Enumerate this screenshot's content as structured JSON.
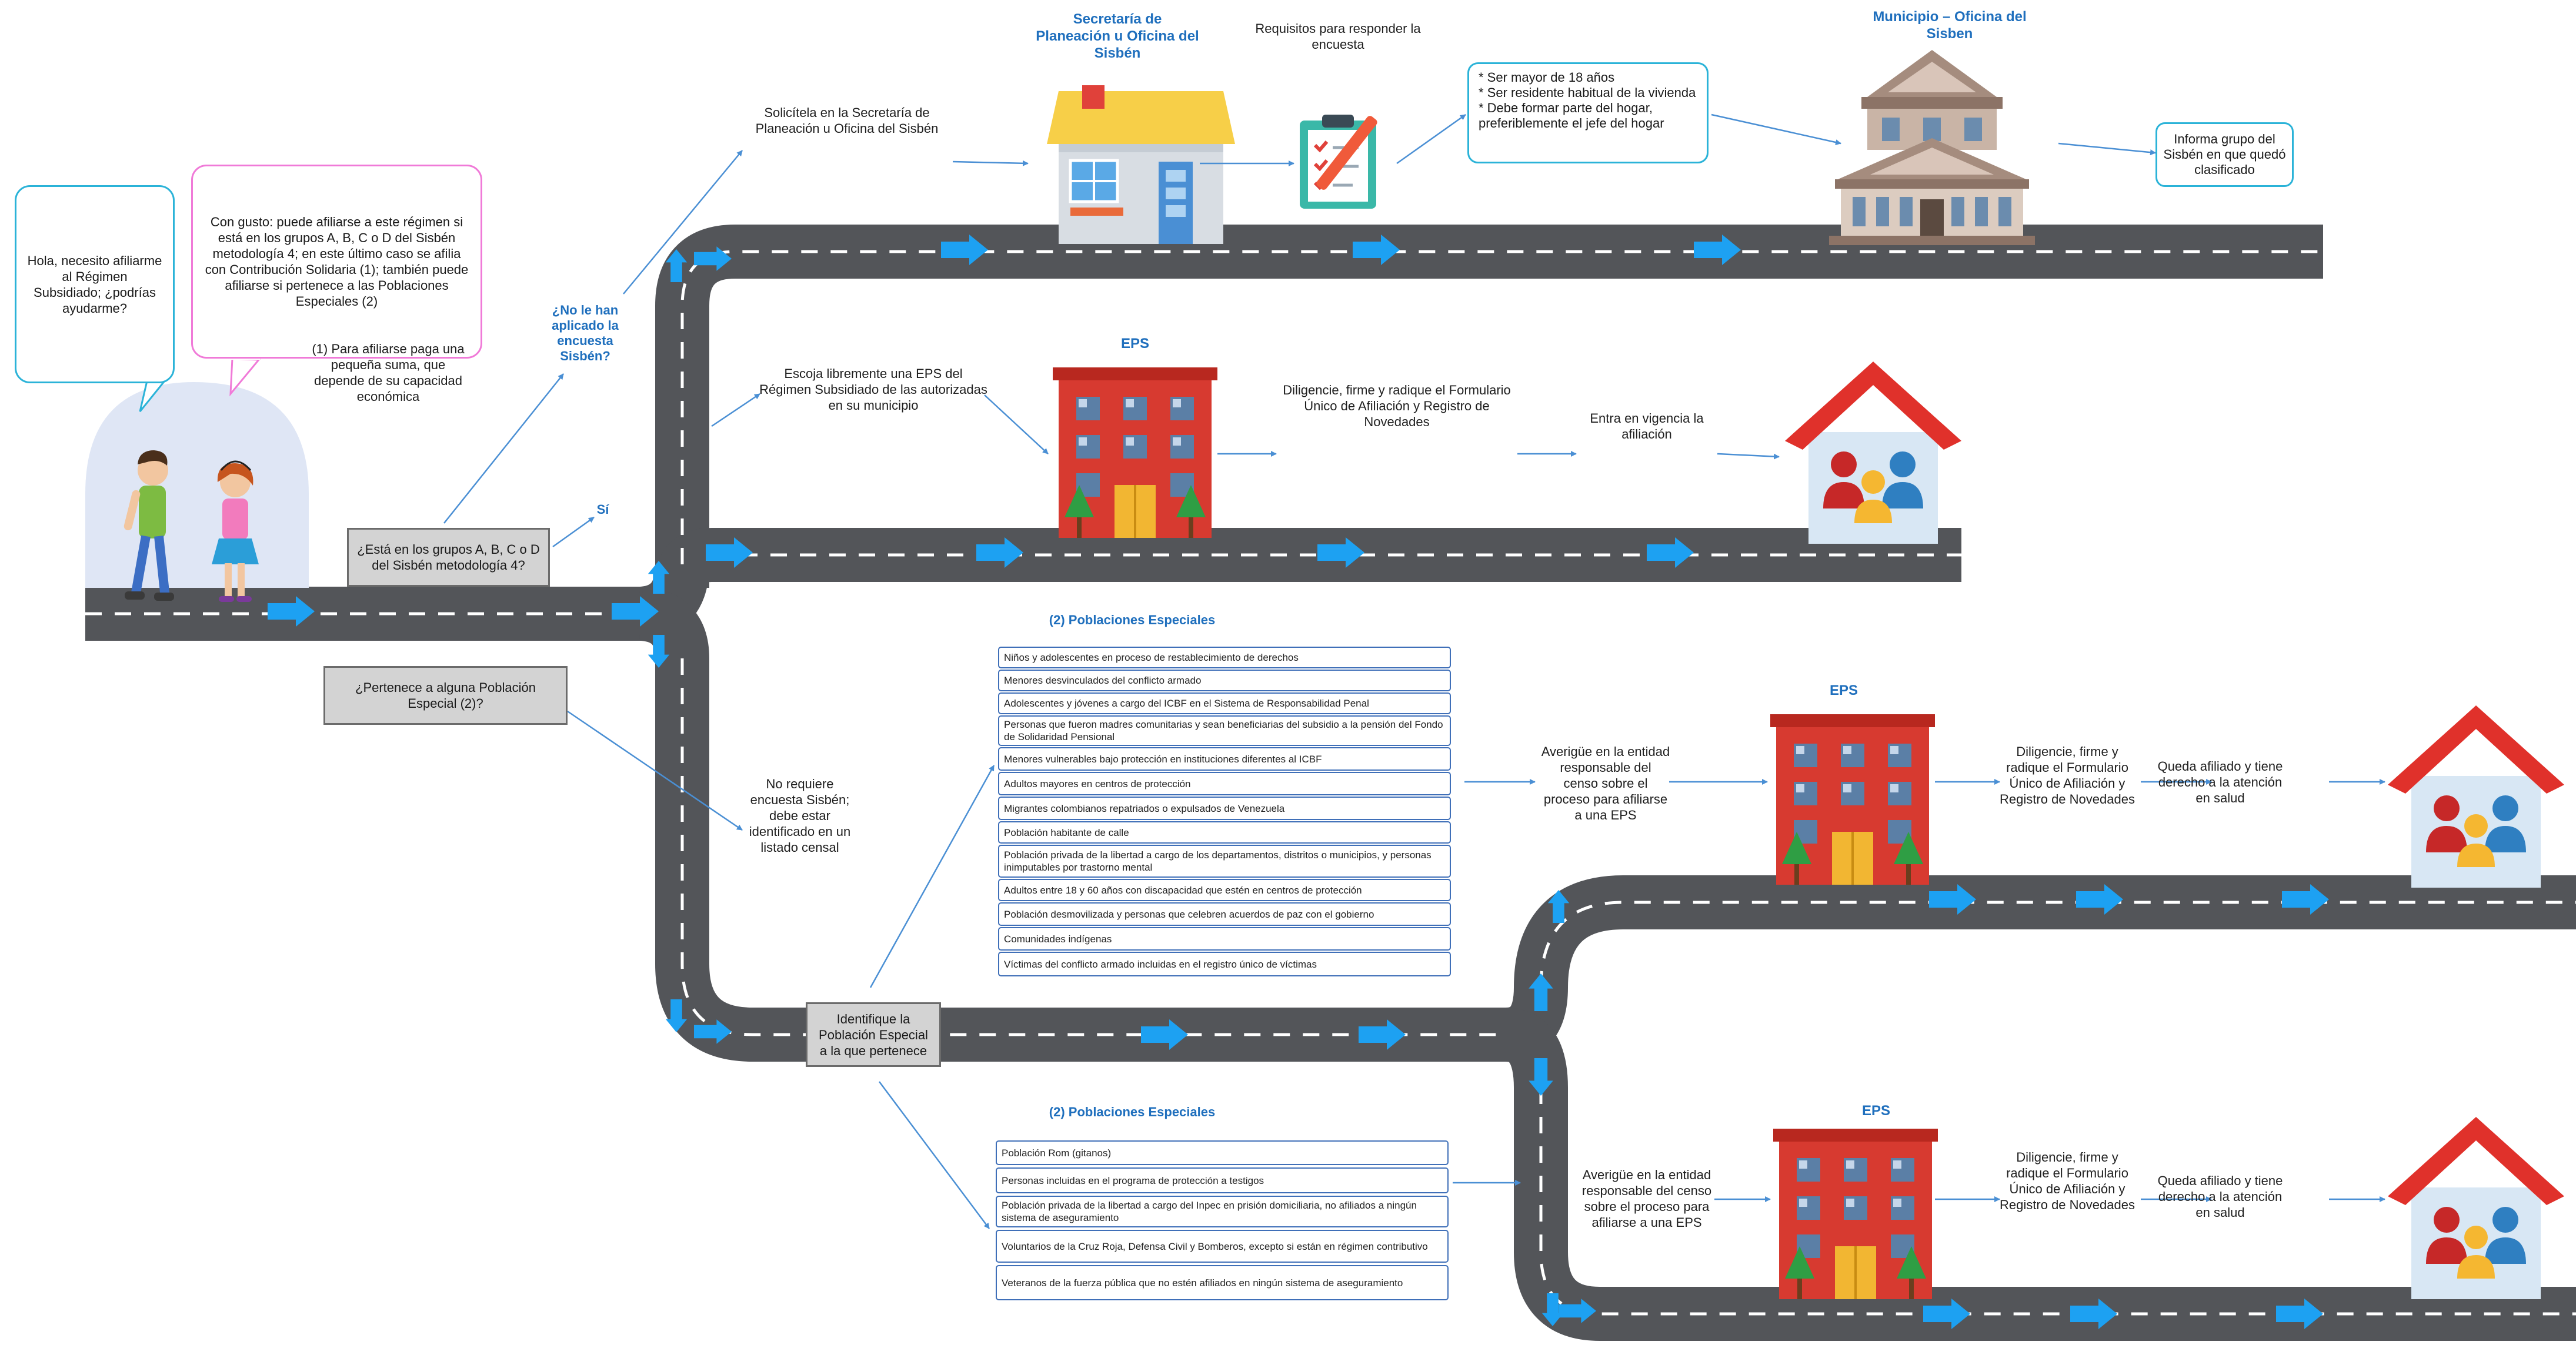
{
  "dialogue": {
    "user_bubble": "Hola, necesito afiliarme al Régimen Subsidiado; ¿podrías ayudarme?",
    "agent_bubble": "Con gusto: puede afiliarse a este régimen si está en los grupos A, B, C o D del Sisbén metodología 4; en este último caso se afilia con Contribución Solidaria (1); también puede afiliarse si pertenece a las Poblaciones Especiales (2)",
    "note_1": "(1) Para afiliarse paga una pequeña suma, que depende de su capacidad económica"
  },
  "questions": {
    "grupos": "¿Está en los grupos A, B, C o D del Sisbén metodología 4?",
    "poblacion": "¿Pertenece a alguna Población Especial (2)?",
    "identifique": "Identifique la Población Especial a la que pertenece"
  },
  "labels": {
    "no_encuesta": "¿No le han aplicado la encuesta Sisbén?",
    "si": "Sí"
  },
  "top_route": {
    "solicitela": "Solicítela en la Secretaría  de Planeación u Oficina del Sisbén",
    "secretaria_title": "Secretaría de Planeación u Oficina del Sisbén",
    "requisitos_title": "Requisitos para responder la encuesta",
    "requisitos": [
      "* Ser mayor de 18 años",
      "* Ser residente habitual de la vivienda",
      "* Debe formar parte del hogar, preferiblemente el jefe del hogar"
    ],
    "municipio_title": "Municipio – Oficina del Sisben",
    "informa": "Informa grupo del Sisbén en que quedó clasificado"
  },
  "second_route": {
    "escoja": "Escoja libremente una EPS del Régimen Subsidiado de las autorizadas en su municipio",
    "eps": "EPS",
    "diligencie": "Diligencie, firme y radique el Formulario Único de Afiliación y Registro de Novedades",
    "vigencia": "Entra en vigencia la afiliación"
  },
  "special": {
    "no_requiere": "No requiere encuesta Sisbén; debe estar identificado en un listado censal",
    "list1_title": "(2) Poblaciones Especiales",
    "list1": [
      "Niños y adolescentes en proceso de restablecimiento de derechos",
      "Menores desvinculados del conflicto armado",
      "Adolescentes y jóvenes a cargo del ICBF en el Sistema de Responsabilidad Penal",
      "Personas que fueron madres comunitarias y sean beneficiarias del subsidio a la pensión del Fondo de Solidaridad Pensional",
      "Menores vulnerables bajo protección en instituciones diferentes al ICBF",
      "Adultos mayores en centros de protección",
      "Migrantes colombianos repatriados o expulsados de Venezuela",
      "Población habitante de calle",
      "Población privada de la libertad a cargo de los departamentos, distritos o municipios, y personas inimputables por trastorno mental",
      "Adultos entre 18 y 60 años con discapacidad que estén en centros de protección",
      "Población desmovilizada y personas que celebren acuerdos de paz con el gobierno",
      "Comunidades indígenas",
      "Víctimas del conflicto armado incluidas en el registro único de víctimas"
    ],
    "list2_title": "(2) Poblaciones Especiales",
    "list2": [
      "Población Rom (gitanos)",
      "Personas incluidas en el programa de protección a testigos",
      "Población privada de la libertad a cargo del Inpec en prisión domiciliaria, no afiliados a ningún sistema de aseguramiento",
      "Voluntarios de la Cruz Roja, Defensa Civil y Bomberos, excepto si están en régimen contributivo",
      "Veteranos de la fuerza pública que no estén afiliados en ningún sistema de aseguramiento"
    ],
    "eps": "EPS",
    "averigue1": "Averigüe en la entidad responsable del censo sobre el proceso para afiliarse a una EPS",
    "diligencie1": "Diligencie, firme y radique el Formulario Único de Afiliación y Registro de Novedades",
    "queda1": "Queda afiliado y tiene derecho a la atención en salud",
    "averigue2": "Averigüe en la entidad responsable del censo sobre el proceso para afiliarse a una EPS",
    "diligencie2": "Diligencie, firme y radique el Formulario Único de Afiliación y Registro de Novedades",
    "queda2": "Queda afiliado y tiene derecho a la atención en salud"
  },
  "colors": {
    "road": "#535559",
    "arrow": "#1da1f2",
    "title_blue": "#1f6fbd",
    "eps_red": "#d73a30",
    "roof_red": "#e0312b"
  }
}
